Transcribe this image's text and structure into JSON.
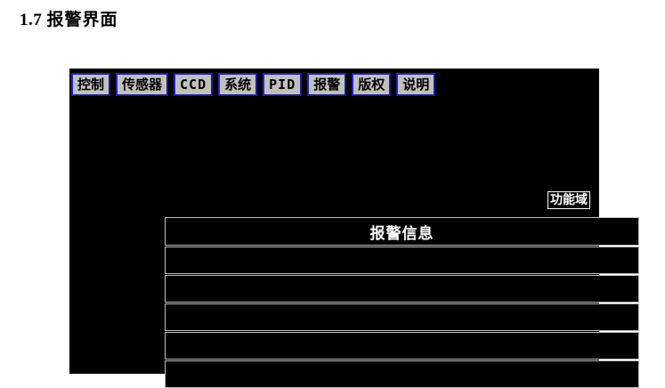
{
  "document": {
    "heading_number": "1.7",
    "heading_title": "报警界面"
  },
  "app": {
    "menu_bar": {
      "items": [
        {
          "label": "控制",
          "script": "cjk"
        },
        {
          "label": "传感器",
          "script": "cjk"
        },
        {
          "label": "CCD",
          "script": "latin"
        },
        {
          "label": "系统",
          "script": "cjk"
        },
        {
          "label": "PID",
          "script": "latin"
        },
        {
          "label": "报警",
          "script": "cjk"
        },
        {
          "label": "版权",
          "script": "cjk"
        },
        {
          "label": "说明",
          "script": "cjk"
        }
      ]
    },
    "function_domain_label": "功能域",
    "alarm_table": {
      "header": "报警信息",
      "rows": [
        "",
        "",
        "",
        "",
        ""
      ]
    },
    "colors": {
      "panel_background": "#000000",
      "button_face": "#c0c0c0",
      "button_border": "#2222cc",
      "table_border": "#bfbfbf",
      "text_on_black": "#ffffff",
      "page_background": "#ffffff"
    }
  }
}
